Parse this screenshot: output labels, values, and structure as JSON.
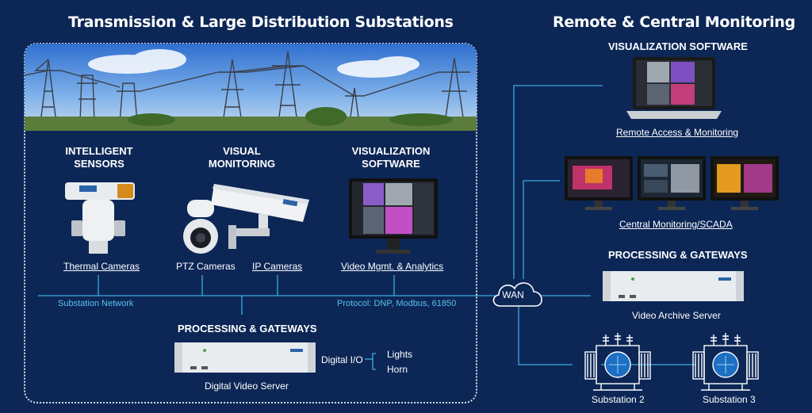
{
  "left": {
    "title": "Transmission & Large Distribution Substations",
    "sensors_heading": [
      "INTELLIGENT",
      "SENSORS"
    ],
    "visual_heading": [
      "VISUAL",
      "MONITORING"
    ],
    "viz_heading": [
      "VISUALIZATION",
      "SOFTWARE"
    ],
    "thermal_label": "Thermal Cameras",
    "ptz_label": "PTZ Cameras",
    "ip_label": "IP Cameras",
    "vms_label": "Video Mgmt. & Analytics",
    "network_label": "Substation Network",
    "protocol_label": "Protocol: DNP, Modbus, 61850",
    "processing_heading": "PROCESSING & GATEWAYS",
    "dvs_label": "Digital Video Server",
    "dio_label": "Digital I/O",
    "lights_label": "Lights",
    "horn_label": "Horn"
  },
  "right": {
    "title": "Remote & Central Monitoring",
    "viz_heading": "VISUALIZATION SOFTWARE",
    "remote_label": "Remote Access & Monitoring",
    "central_label": "Central Monitoring/SCADA",
    "processing_heading": "PROCESSING & GATEWAYS",
    "archive_label": "Video Archive Server",
    "sub2_label": "Substation 2",
    "sub3_label": "Substation 3"
  },
  "wan_label": "WAN",
  "colors": {
    "background": "#0c2756",
    "line": "#3fa9e0",
    "accent_text": "#5cc0ef"
  }
}
